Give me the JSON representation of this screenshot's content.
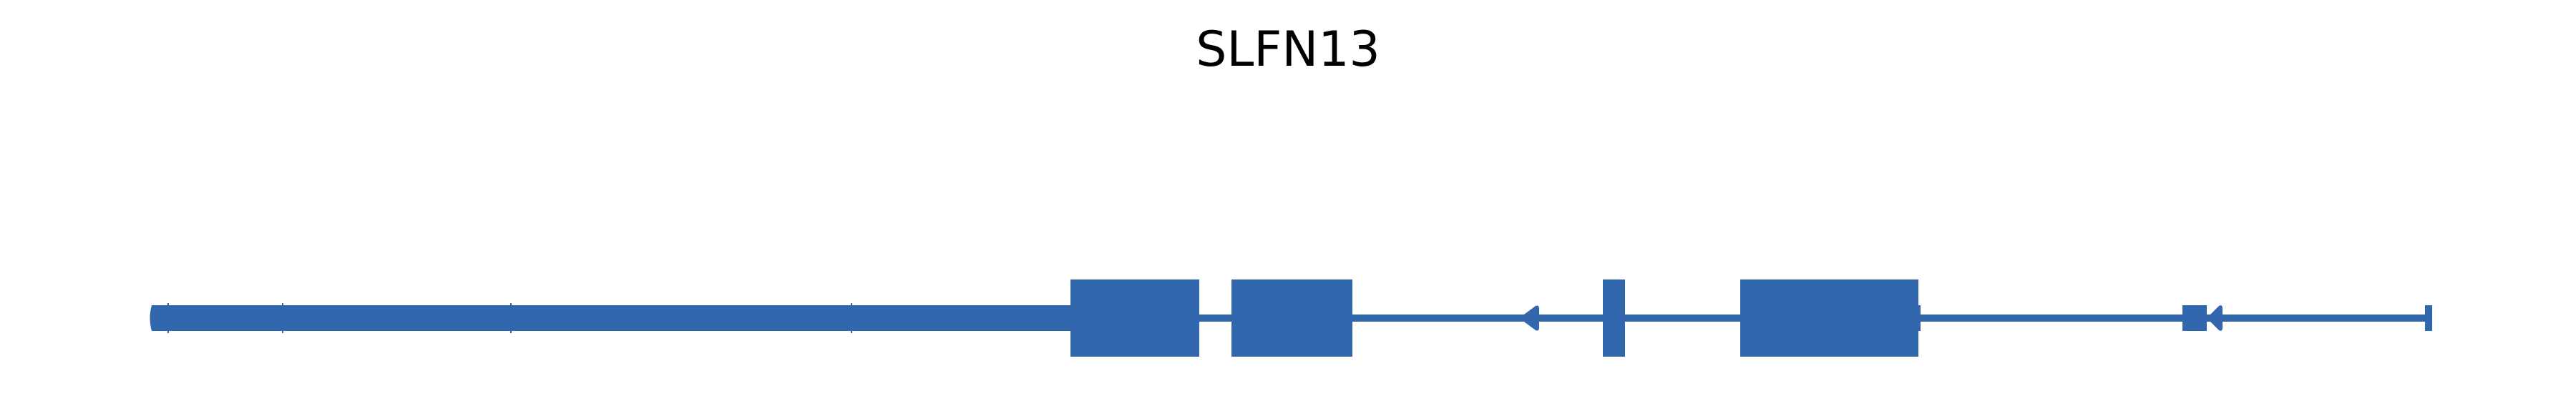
{
  "title": "SLFN13",
  "colors": {
    "feature": "#3266ad",
    "background": "#ffffff",
    "title": "#000000"
  },
  "gene": {
    "strand": "-",
    "features": [
      "utr-thick",
      "exon-1",
      "exon-2",
      "strand-arrow-1",
      "exon-3",
      "exon-4",
      "small-exon",
      "strand-arrow-2",
      "end-tick"
    ]
  }
}
